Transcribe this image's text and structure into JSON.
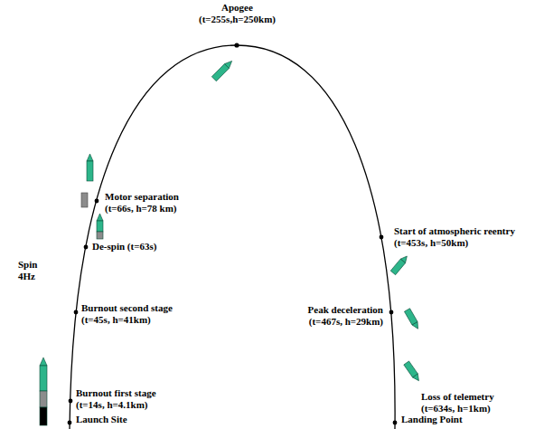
{
  "diagram": {
    "labels": [
      "Apogee (t=255s,h=250km)",
      "Motor separation (t=66s, h=78 km)",
      "Start of atmospheric reentry (t=453s, h=50km)",
      "Spin 4Hz",
      "De-spin (t=63s)",
      "Burnout second stage (t=45s, h=41km)",
      "Peak deceleration (t=467s, h=29km)",
      "Burnout first stage (t=14s, h=4.1km)",
      "Loss of telemetry (t=634s, h=1km)",
      "Launch Site",
      "Landing Point"
    ]
  }
}
